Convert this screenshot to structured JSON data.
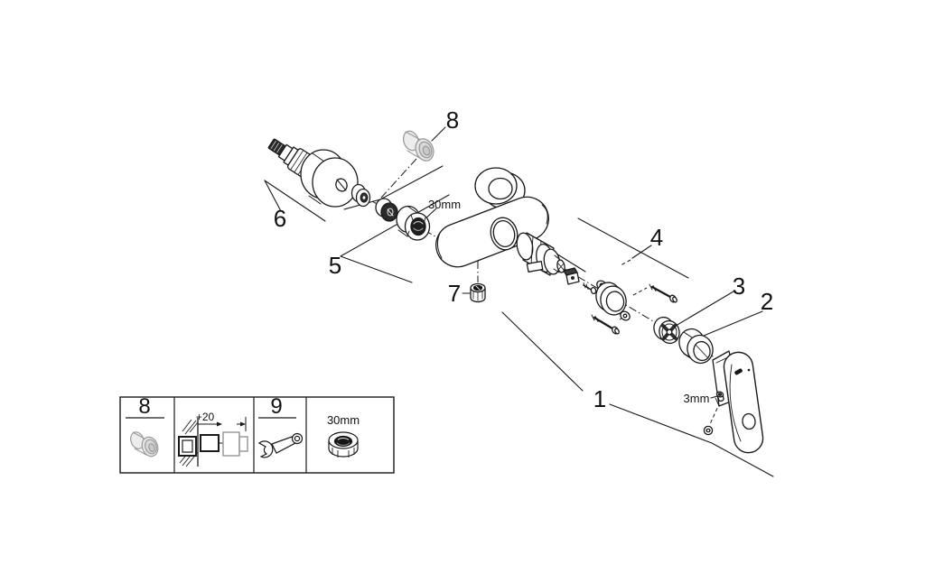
{
  "figure": {
    "type": "exploded-parts-diagram",
    "colors": {
      "line": "#1a1a1a",
      "ghost": "#9b9b9b",
      "background": "#ffffff"
    },
    "callouts": {
      "p1": "1",
      "p2": "2",
      "p3": "3",
      "p4": "4",
      "p5": "5",
      "p6": "6",
      "p7": "7",
      "p8": "8"
    },
    "dimensions": {
      "union_nut_size": "30mm",
      "set_screw_size": "3mm"
    },
    "legend": {
      "part_ref": "8",
      "extension_dim": "+20",
      "tool_ref": "9",
      "wrench_size": "30mm"
    },
    "parts": [
      {
        "id": "1",
        "name": "mixer-body-assembly"
      },
      {
        "id": "2",
        "name": "cap-ring"
      },
      {
        "id": "3",
        "name": "stop-disc"
      },
      {
        "id": "4",
        "name": "cartridge-with-flange-and-screws"
      },
      {
        "id": "5",
        "name": "union-nut-with-filter-and-washer"
      },
      {
        "id": "6",
        "name": "s-union-with-escutcheon"
      },
      {
        "id": "7",
        "name": "cap-nut"
      },
      {
        "id": "8",
        "name": "extension-union"
      },
      {
        "id": "9",
        "name": "open-end-wrench"
      }
    ]
  }
}
